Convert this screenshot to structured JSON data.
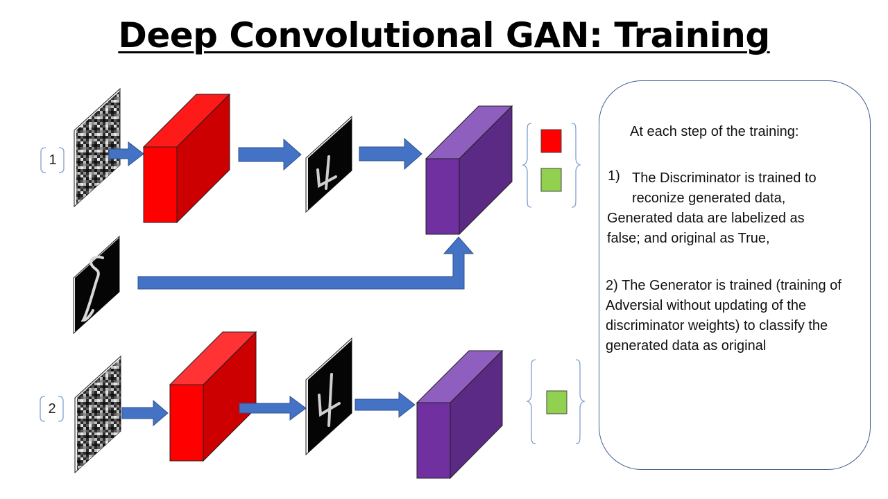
{
  "title": "Deep Convolutional GAN: Training",
  "steps": [
    {
      "label": "1"
    },
    {
      "label": "2"
    }
  ],
  "colors": {
    "generator": "#ff0000",
    "discriminator": "#7030a0",
    "arrow": "#4472c4",
    "fake_label": "#ff0000",
    "true_label": "#92d050",
    "border": "#3f5f8f"
  },
  "panel": {
    "heading": "At each step of the training:",
    "item1_number": "1)",
    "item1_lines": [
      "The Discriminator is trained to",
      "reconize generated data,"
    ],
    "item1_cont": [
      "Generated data are labelized as",
      "false; and original as True,"
    ],
    "item2_lines": [
      "2) The Generator is trained (training of",
      "Adversial without updating of the",
      "discriminator weights) to classify the",
      "generated data as original"
    ]
  }
}
